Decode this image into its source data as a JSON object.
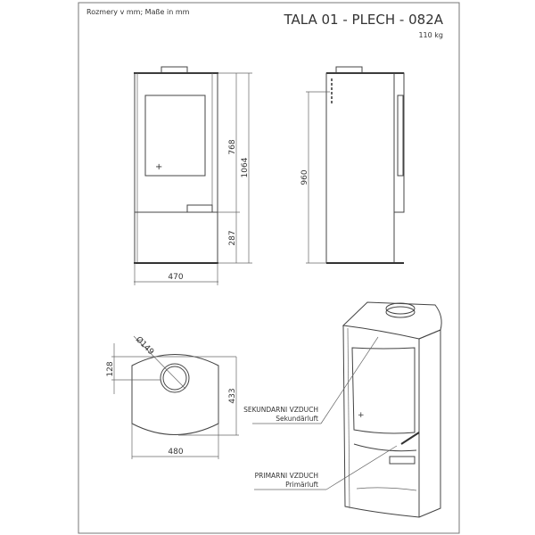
{
  "header": {
    "units_note": "Rozmery v mm; Maße in mm",
    "title": "TALA 01 - PLECH - 082A",
    "weight": "110 kg"
  },
  "front_view": {
    "dim_upper": "768",
    "dim_lower": "287",
    "dim_total": "1064",
    "dim_width": "470"
  },
  "side_view": {
    "dim_height": "960"
  },
  "top_view": {
    "dim_flue_diameter": "Ø149",
    "dim_flue_offset": "128",
    "dim_depth": "433",
    "dim_width": "480"
  },
  "perspective_view": {
    "secondary_air_cz": "SEKUNDARNI VZDUCH",
    "secondary_air_de": "Sekundärluft",
    "primary_air_cz": "PRIMARNI VZDUCH",
    "primary_air_de": "Primärluft"
  }
}
